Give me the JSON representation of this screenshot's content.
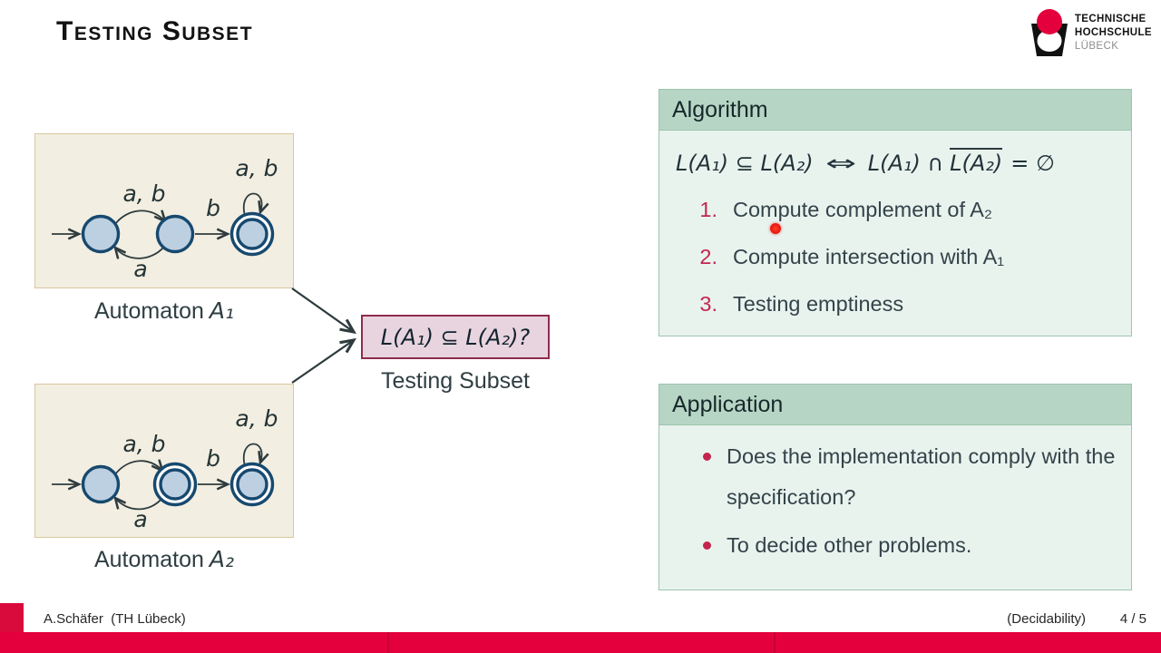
{
  "slide": {
    "title": "Testing Subset",
    "footer": {
      "author": "A.Schäfer  (TH Lübeck)",
      "section": "(Decidability)",
      "page": "4 / 5"
    }
  },
  "logo": {
    "line1": "TECHNISCHE",
    "line2": "HOCHSCHULE",
    "line3": "LÜBECK"
  },
  "diagram": {
    "automaton1": {
      "label": "Automaton",
      "var": "A₁",
      "edge_top": "a, b",
      "edge_back": "a",
      "edge_next": "b",
      "edge_loop": "a, b"
    },
    "automaton2": {
      "label": "Automaton",
      "var": "A₂",
      "edge_top": "a, b",
      "edge_back": "a",
      "edge_next": "b",
      "edge_loop": "a, b"
    },
    "subset_box": {
      "formula": "L(A₁) ⊆ L(A₂)?",
      "caption": "Testing Subset"
    }
  },
  "algorithm": {
    "title": "Algorithm",
    "formula": {
      "lhs": "L(A₁) ⊆ L(A₂)",
      "iff": "⇔",
      "rhs_left": "L(A₁) ∩",
      "rhs_overlined": "L(A₂)",
      "rhs_tail": "= ∅"
    },
    "items": [
      {
        "num": "1.",
        "text": "Compute complement of A₂"
      },
      {
        "num": "2.",
        "text": "Compute intersection with A₁"
      },
      {
        "num": "3.",
        "text": "Testing emptiness"
      }
    ]
  },
  "application": {
    "title": "Application",
    "bullets": [
      "Does the implementation comply with the specification?",
      "To decide other problems."
    ]
  },
  "colors": {
    "brand_red": "#e3003d",
    "accent_number_red": "#c3254f",
    "block_header_green": "#b7d5c5",
    "block_body_green": "#e9f3ee",
    "box_beige": "#f2eee1",
    "box_beige_border": "#d9c7a0",
    "state_fill": "#bdd0e1",
    "state_stroke": "#17496f",
    "subset_box_fill": "#e8d4df",
    "subset_box_border": "#8e2c4e",
    "text_dark": "#2f3e42",
    "laser_pointer": "#e8150c"
  }
}
